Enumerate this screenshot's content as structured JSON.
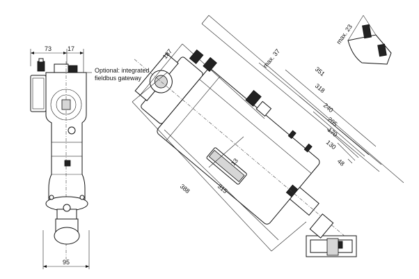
{
  "front_view": {
    "dim_width_top_left": "73",
    "dim_width_top_right": "17",
    "dim_width_bottom": "95"
  },
  "annotation": {
    "line1": "Optional: integrated",
    "line2": "fieldbus gateway"
  },
  "side_view": {
    "dim_187": "187",
    "dim_max37": "max. 37",
    "dim_351": "351",
    "dim_318": "318",
    "dim_240": "240",
    "dim_205": "205",
    "dim_170": "170",
    "dim_130": "130",
    "dim_48": "48",
    "dim_13": "13",
    "dim_388": "388",
    "dim_315": "315"
  },
  "detail": {
    "dim_max23": "max. 23"
  }
}
